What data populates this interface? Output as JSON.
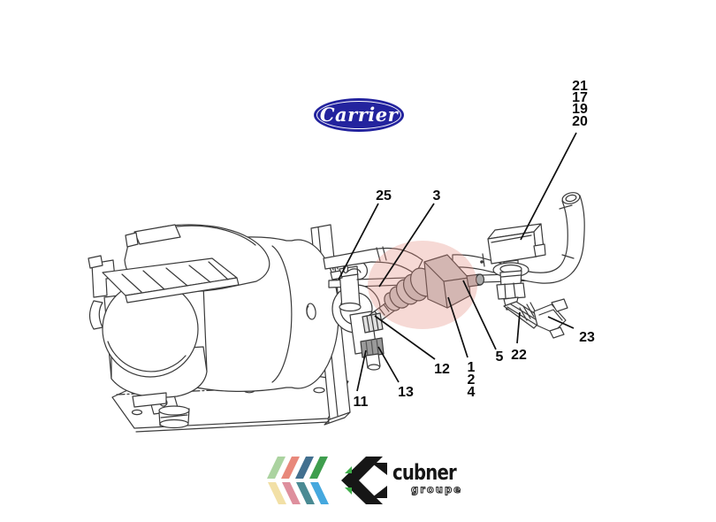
{
  "page": {
    "background_color": "#ffffff"
  },
  "header": {
    "carrier_logo": {
      "text": "Carrier",
      "bg_color": "#23239E",
      "ring_color": "#FFFFFF",
      "text_color": "#FFFFFF"
    }
  },
  "diagram": {
    "highlight_color": "rgba(227,140,128,0.33)",
    "line_color": "#3A3A3A",
    "callout_color": "#0B0B0B",
    "callouts": [
      {
        "label": "21"
      },
      {
        "label": "17"
      },
      {
        "label": "19"
      },
      {
        "label": "20"
      },
      {
        "label": "25"
      },
      {
        "label": "3"
      },
      {
        "label": "12"
      },
      {
        "label": "13"
      },
      {
        "label": "11"
      },
      {
        "label": "1"
      },
      {
        "label": "2"
      },
      {
        "label": "4"
      },
      {
        "label": "5"
      },
      {
        "label": "22"
      },
      {
        "label": "23"
      }
    ]
  },
  "footer": {
    "logo": {
      "name": "cubner",
      "tagline": "groupe",
      "chevron_top_colors": [
        "#ABD3A0",
        "#E8887B",
        "#42708F",
        "#3F9E4E"
      ],
      "chevron_bottom_colors": [
        "#F2E0A6",
        "#DE8F9D",
        "#4A8A93",
        "#45A8DE"
      ],
      "c_color": "#161616",
      "accent_color": "#3FAE4A"
    }
  }
}
